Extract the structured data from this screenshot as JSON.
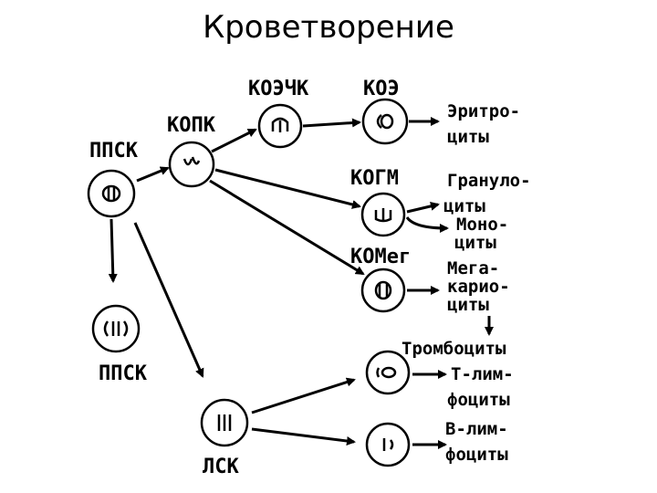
{
  "title": "Кроветворение",
  "nodes": {
    "ppsk_top": "ППСК",
    "kopk": "КОПК",
    "koechk": "КОЭЧК",
    "koe": "КОЭ",
    "kogm": "КОГМ",
    "komeg": "КОМег",
    "ppsk_bottom": "ППСК",
    "lsk": "ЛСК"
  },
  "outputs": {
    "erythro_1": "Эритро-",
    "erythro_2": "циты",
    "granulo_1": "Грануло-",
    "granulo_2": "циты",
    "mono_1": "Моно-",
    "mono_2": "циты",
    "mega_1": "Мега-",
    "mega_2": "карио-",
    "mega_3": "циты",
    "thrombo": "Тромбоциты",
    "tlym_1": "Т-лим-",
    "tlym_2": "фоциты",
    "blym_1": "В-лим-",
    "blym_2": "фоциты"
  },
  "colors": {
    "stroke": "#000000",
    "background": "#ffffff"
  }
}
